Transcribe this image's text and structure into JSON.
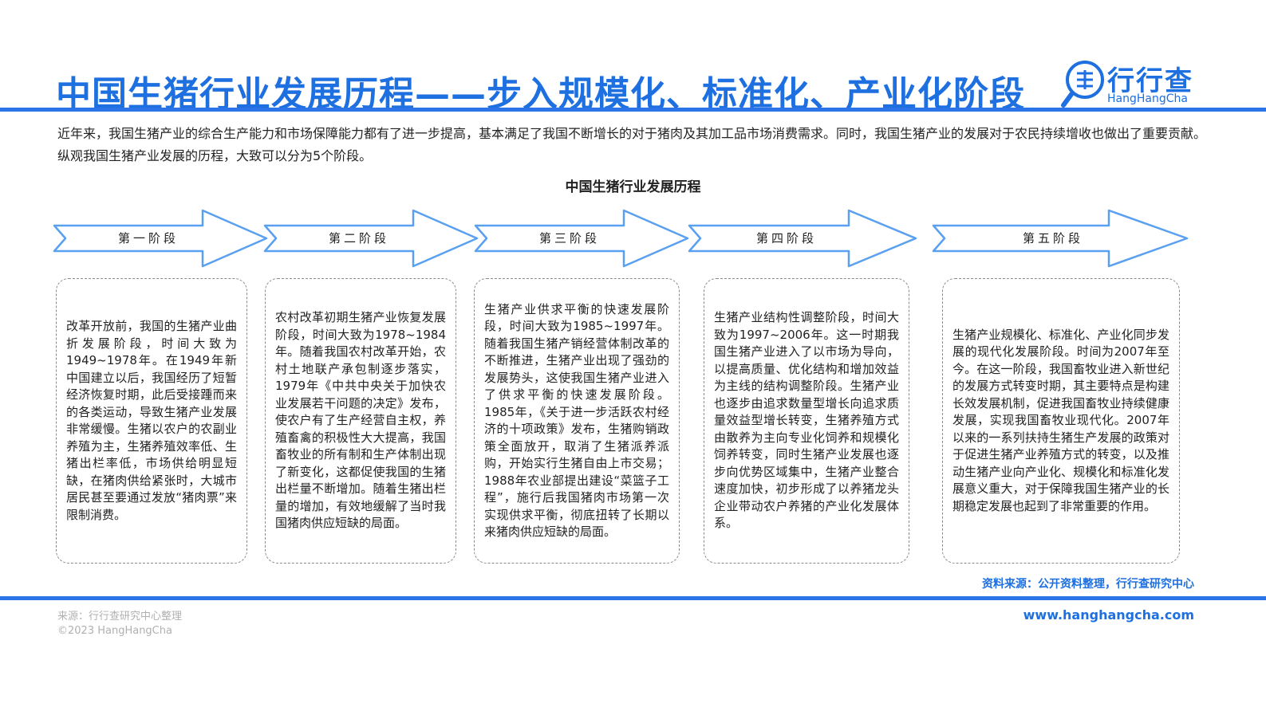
{
  "header": {
    "title": "中国生猪行业发展历程——步入规模化、标准化、产业化阶段",
    "logo_cn": "行行查",
    "logo_en": "HangHangCha"
  },
  "intro": "近年来，我国生猪产业的综合生产能力和市场保障能力都有了进一步提高，基本满足了我国不断增长的对于猪肉及其加工品市场消费需求。同时，我国生猪产业的发展对于农民持续增收也做出了重要贡献。纵观我国生猪产业发展的历程，大致可以分为5个阶段。",
  "chart_title": "中国生猪行业发展历程",
  "stages": [
    {
      "label": "第一阶段",
      "text": "改革开放前，我国的生猪产业曲折发展阶段，时间大致为1949~1978年。在1949年新中国建立以后，我国经历了短暂经济恢复时期，此后受接踵而来的各类运动，导致生猪产业发展非常缓慢。生猪以农户的农副业养殖为主，生猪养殖效率低、生猪出栏率低，市场供给明显短缺，在猪肉供给紧张时，大城市居民甚至要通过发放“猪肉票”来限制消费。"
    },
    {
      "label": "第二阶段",
      "text": "农村改革初期生猪产业恢复发展阶段，时间大致为1978~1984年。随着我国农村改革开始，农村土地联产承包制逐步落实，1979年《中共中央关于加快农业发展若干问题的决定》发布，使农户有了生产经营自主权，养殖畜禽的积极性大大提高，我国畜牧业的所有制和生产体制出现了新变化，这都促使我国的生猪出栏量不断增加。随着生猪出栏量的增加，有效地缓解了当时我国猪肉供应短缺的局面。"
    },
    {
      "label": "第三阶段",
      "text": "生猪产业供求平衡的快速发展阶段，时间大致为1985~1997年。随着我国生猪产销经营体制改革的不断推进，生猪产业出现了强劲的发展势头，这使我国生猪产业进入了供求平衡的快速发展阶段。1985年，《关于进一步活跃农村经济的十项政策》发布，生猪购销政策全面放开，取消了生猪派养派购，开始实行生猪自由上市交易；1988年农业部提出建设“菜篮子工程”，施行后我国猪肉市场第一次实现供求平衡，彻底扭转了长期以来猪肉供应短缺的局面。"
    },
    {
      "label": "第四阶段",
      "text": "生猪产业结构性调整阶段，时间大致为1997~2006年。这一时期我国生猪产业进入了以市场为导向，以提高质量、优化结构和增加效益为主线的结构调整阶段。生猪产业也逐步由追求数量型增长向追求质量效益型增长转变，生猪养殖方式由散养为主向专业化饲养和规模化饲养转变，同时生猪产业发展也逐步向优势区域集中，生猪产业整合速度加快，初步形成了以养猪龙头企业带动农户养猪的产业化发展体系。"
    },
    {
      "label": "第五阶段",
      "text": "生猪产业规模化、标准化、产业化同步发展的现代化发展阶段。时间为2007年至今。在这一阶段，我国畜牧业进入新世纪的发展方式转变时期，其主要特点是构建长效发展机制，促进我国畜牧业持续健康发展，实现我国畜牧业现代化。2007年以来的一系列扶持生猪生产发展的政策对于促进生猪产业养殖方式的转变，以及推动生猪产业向产业化、规模化和标准化发展意义重大，对于保障我国生猪产业的长期稳定发展也起到了非常重要的作用。"
    }
  ],
  "source": "资料来源：公开资料整理，行行查研究中心",
  "footer": {
    "line1": "来源：行行查研究中心整理",
    "line2": "©2023 HangHangCha",
    "website": "www.hanghangcha.com"
  },
  "colors": {
    "brand": "#1e6fe0",
    "rule": "#2a74e8",
    "border": "#8a8a8a"
  }
}
